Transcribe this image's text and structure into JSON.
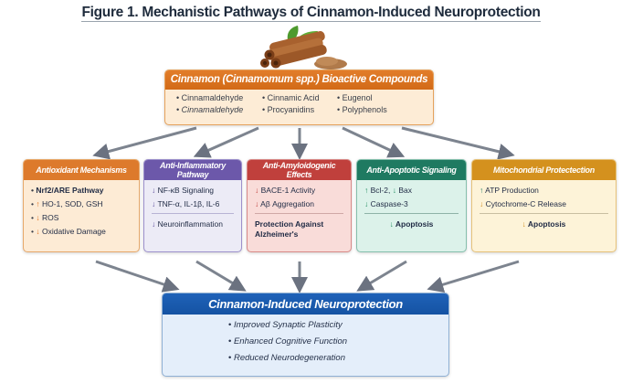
{
  "figure": {
    "title": "Figure 1. Mechanistic Pathways of Cinnamon-Induced Neuroprotection",
    "icon": "cinnamon-sticks-with-leaves-icon"
  },
  "source": {
    "title": "Cinnamon (Cinnamomum spp.) Bioactive Compounds",
    "compounds": [
      "Cinnamaldehyde",
      "Cinnamic Acid",
      "Eugenol",
      "Cinnamaldehyde",
      "Procyanidins",
      "Polyphenols"
    ]
  },
  "mechanisms": [
    {
      "title": "Antioxidant Mechanisms",
      "color": "#dd7a2c",
      "items": [
        {
          "dir": "",
          "text": "Nrf2/ARE Pathway"
        },
        {
          "dir": "up",
          "text": "HO-1, SOD, GSH"
        },
        {
          "dir": "down",
          "text": "ROS"
        },
        {
          "dir": "down",
          "text": "Oxidative Damage"
        }
      ],
      "outcome": ""
    },
    {
      "title": "Anti-Inflammatory Pathway",
      "color": "#6c58aa",
      "items": [
        {
          "dir": "down",
          "text": "NF-κB Signaling"
        },
        {
          "dir": "down",
          "text": "TNF-α, IL-1β, IL-6"
        }
      ],
      "outcome": {
        "dir": "down",
        "text": "Neuroinflammation"
      }
    },
    {
      "title": "Anti-Amyloidogenic Effects",
      "color": "#c0403c",
      "items": [
        {
          "dir": "down",
          "text": "BACE-1 Activity"
        },
        {
          "dir": "down",
          "text": "Aβ Aggregation"
        }
      ],
      "outcome": {
        "dir": "",
        "text": "Protection Against Alzheimer's"
      }
    },
    {
      "title": "Anti-Apoptotic Signaling",
      "color": "#1f7a61",
      "items": [
        {
          "dir": "up",
          "text": "Bcl-2,",
          "extra_dir": "down",
          "extra_text": "Bax"
        },
        {
          "dir": "down",
          "text": "Caspase-3"
        }
      ],
      "outcome": {
        "dir": "down",
        "text": "Apoptosis"
      }
    },
    {
      "title": "Mitochondrial Protectection",
      "color": "#d4911e",
      "items": [
        {
          "dir": "up",
          "text": "ATP Production"
        },
        {
          "dir": "down",
          "text": "Cytochrome-C Release"
        }
      ],
      "outcome": {
        "dir": "down",
        "text": "Apoptosis"
      }
    }
  ],
  "result": {
    "title": "Cinnamon-Induced Neuroprotection",
    "outcomes": [
      "Improved Synaptic Plasticity",
      "Enhanced Cognitive Function",
      "Reduced Neurodegeneration"
    ]
  },
  "glyphs": {
    "up": "↑",
    "down": "↓",
    "apop_glyph": "→"
  }
}
